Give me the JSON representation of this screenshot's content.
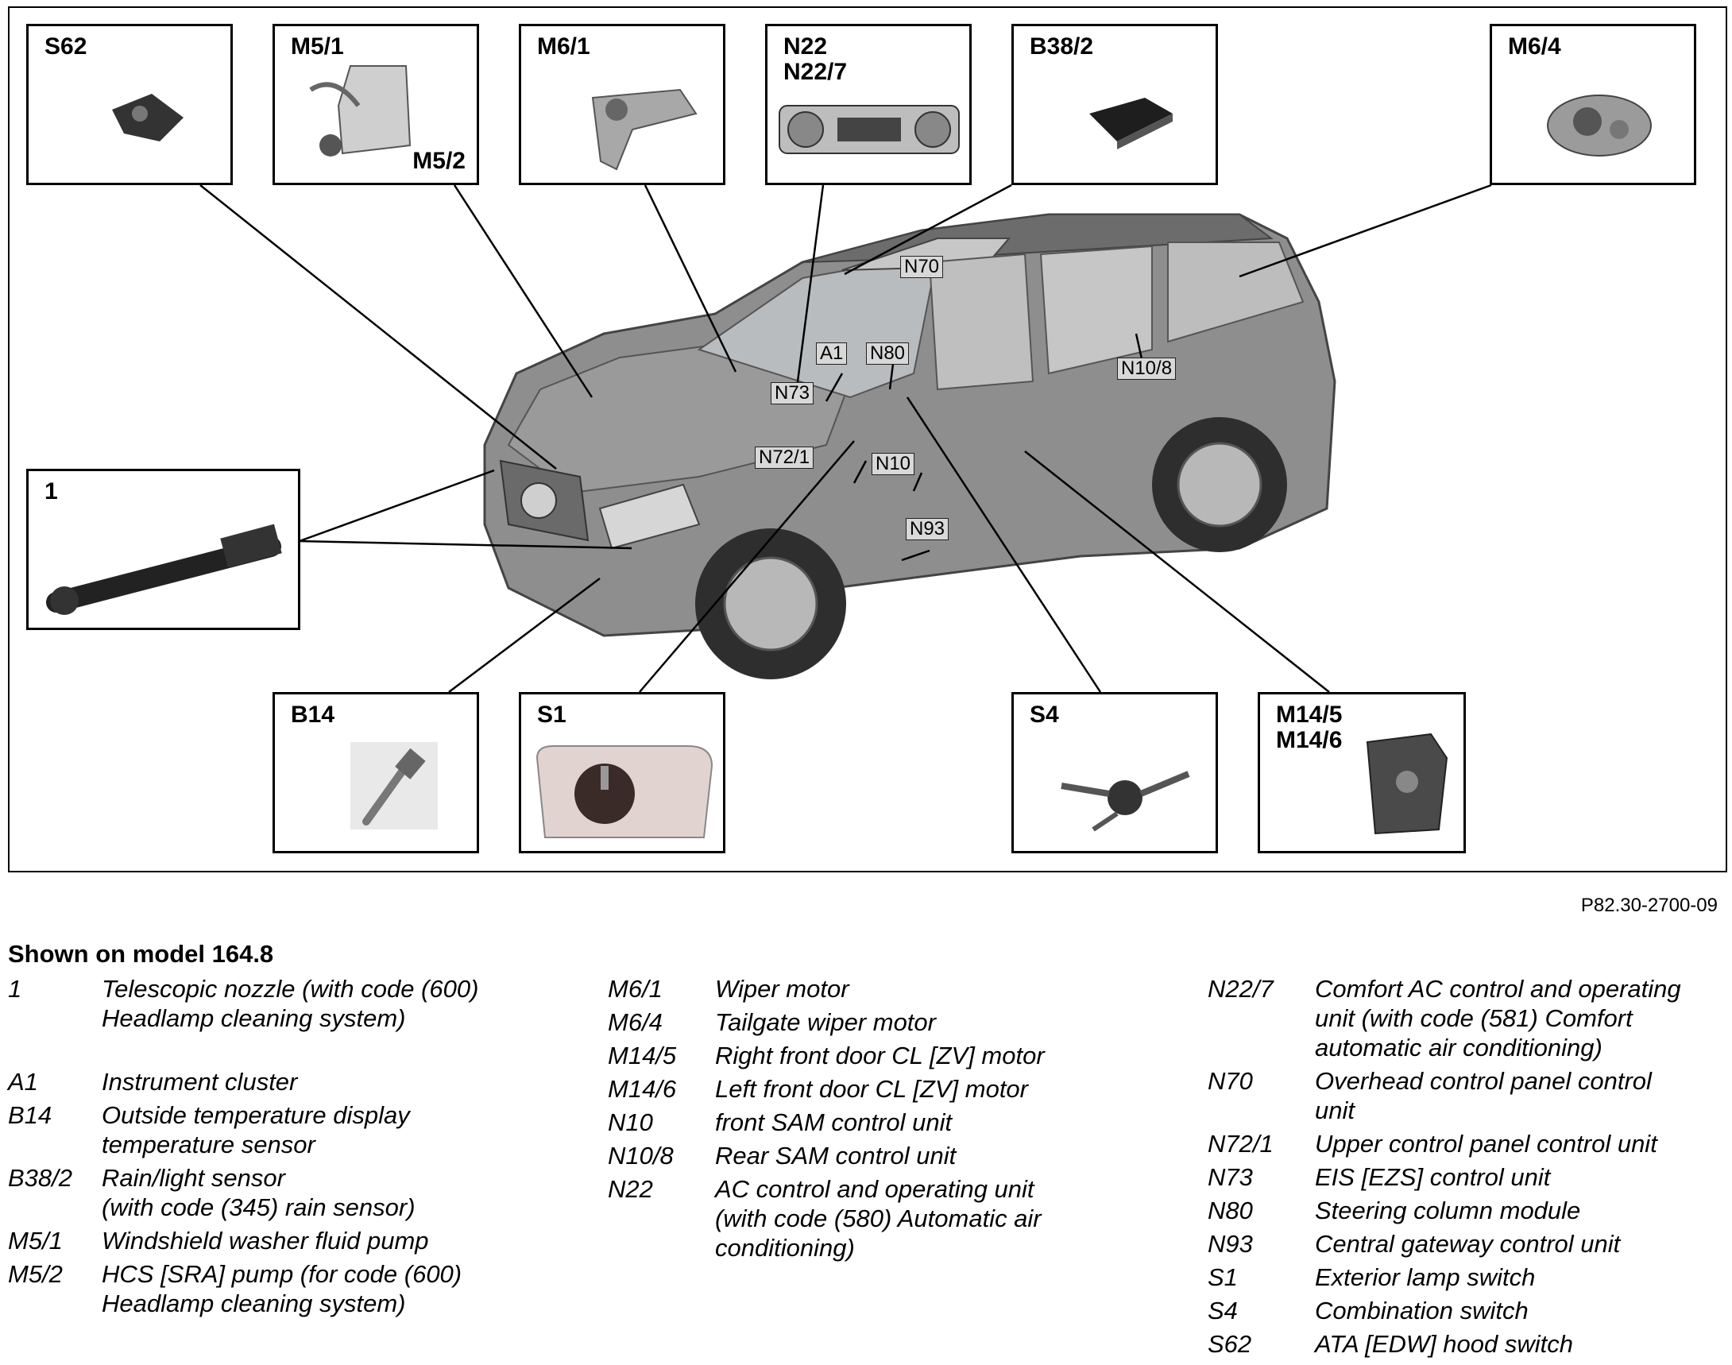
{
  "figure": {
    "code": "P82.30-2700-09",
    "component_boxes": [
      {
        "id": "S62",
        "label": "S62",
        "icon": "hood-switch-icon"
      },
      {
        "id": "M5",
        "label": "M5/1",
        "label2": "M5/2",
        "icon": "washer-pump-icon"
      },
      {
        "id": "M6_1",
        "label": "M6/1",
        "icon": "wiper-motor-icon"
      },
      {
        "id": "N22",
        "label": "N22\nN22/7",
        "icon": "ac-control-panel-icon"
      },
      {
        "id": "B38_2",
        "label": "B38/2",
        "icon": "rain-sensor-icon"
      },
      {
        "id": "M6_4",
        "label": "M6/4",
        "icon": "tailgate-wiper-motor-icon"
      },
      {
        "id": "1",
        "label": "1",
        "icon": "telescopic-nozzle-icon"
      },
      {
        "id": "B14",
        "label": "B14",
        "icon": "temperature-sensor-icon"
      },
      {
        "id": "S1",
        "label": "S1",
        "icon": "exterior-lamp-switch-icon"
      },
      {
        "id": "S4",
        "label": "S4",
        "icon": "combination-switch-icon"
      },
      {
        "id": "M14",
        "label": "M14/5\nM14/6",
        "icon": "door-lock-motor-icon"
      }
    ],
    "callouts": [
      "N70",
      "A1",
      "N80",
      "N73",
      "N72/1",
      "N10",
      "N93",
      "N10/8"
    ],
    "vehicle_icon": "suv-vehicle-icon",
    "colors": {
      "vehicle": "#8e8e8e",
      "callout_bg": "#d8d8d8"
    }
  },
  "legend": {
    "title": "Shown on model 164.8",
    "columns": [
      [
        {
          "code": "1",
          "desc": "Telescopic nozzle (with code (600)\nHeadlamp cleaning system)",
          "gap": true
        },
        {
          "code": "A1",
          "desc": "Instrument cluster"
        },
        {
          "code": "B14",
          "desc": "Outside temperature display\ntemperature sensor"
        },
        {
          "code": "B38/2",
          "desc": "Rain/light sensor\n(with code (345) rain sensor)"
        },
        {
          "code": "M5/1",
          "desc": "Windshield washer fluid pump"
        },
        {
          "code": "M5/2",
          "desc": "HCS [SRA] pump (for code (600)\nHeadlamp cleaning system)"
        }
      ],
      [
        {
          "code": "M6/1",
          "desc": "Wiper motor"
        },
        {
          "code": "M6/4",
          "desc": "Tailgate wiper motor"
        },
        {
          "code": "M14/5",
          "desc": "Right front door CL [ZV] motor"
        },
        {
          "code": "M14/6",
          "desc": "Left front door CL [ZV] motor"
        },
        {
          "code": "N10",
          "desc": "front SAM control unit"
        },
        {
          "code": "N10/8",
          "desc": "Rear SAM control unit"
        },
        {
          "code": "N22",
          "desc": "AC control and operating unit\n(with code (580) Automatic air\nconditioning)"
        }
      ],
      [
        {
          "code": "N22/7",
          "desc": "Comfort AC control and operating\nunit (with code (581) Comfort\nautomatic air conditioning)"
        },
        {
          "code": "N70",
          "desc": "Overhead control panel control\nunit"
        },
        {
          "code": "N72/1",
          "desc": "Upper control panel control unit"
        },
        {
          "code": "N73",
          "desc": "EIS [EZS] control unit"
        },
        {
          "code": "N80",
          "desc": "Steering column module"
        },
        {
          "code": "N93",
          "desc": "Central gateway control unit"
        },
        {
          "code": "S1",
          "desc": "Exterior lamp switch"
        },
        {
          "code": "S4",
          "desc": "Combination switch"
        },
        {
          "code": "S62",
          "desc": "ATA [EDW] hood switch"
        }
      ]
    ]
  }
}
